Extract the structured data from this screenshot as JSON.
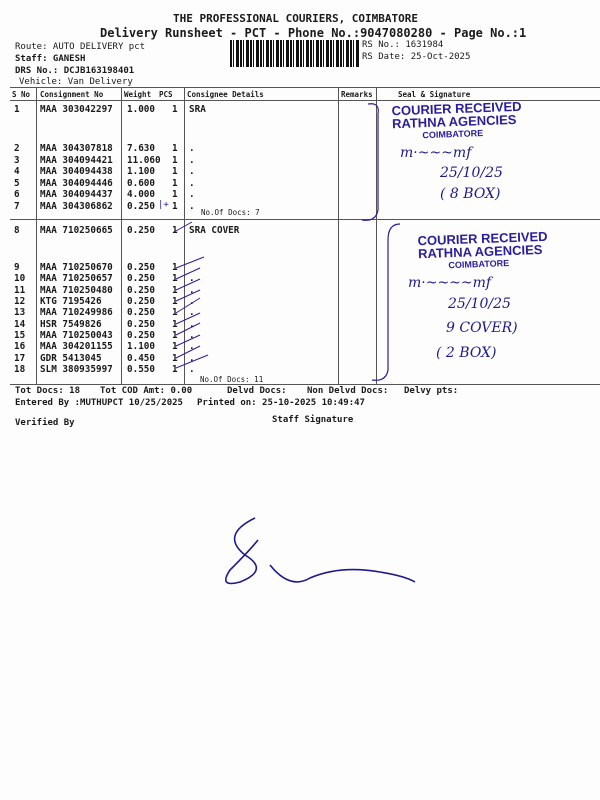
{
  "header": {
    "company": "THE PROFESSIONAL COURIERS, COIMBATORE",
    "subtitle": "Delivery Runsheet - PCT - Phone No.:9047080280 - Page No.:1",
    "route": "Route: AUTO DELIVERY pct",
    "staff": "Staff: GANESH",
    "drs_no": "DRS No.: DCJB163198401",
    "vehicle": "Vehicle: Van Delivery",
    "rs_no": "RS No.: 1631984",
    "rs_date": "RS Date: 25-Oct-2025"
  },
  "table": {
    "columns": [
      "S No",
      "Consignment No",
      "Weight",
      "PCS",
      "Consignee Details",
      "Remarks",
      "Seal & Signature"
    ],
    "rows": [
      {
        "sno": "1",
        "cn": "MAA 303042297",
        "wt": "1.000",
        "pcs": "1",
        "consignee": "SRA"
      },
      {
        "sno": "2",
        "cn": "MAA 304307818",
        "wt": "7.630",
        "pcs": "1",
        "consignee": "."
      },
      {
        "sno": "3",
        "cn": "MAA 304094421",
        "wt": "11.060",
        "pcs": "1",
        "consignee": "."
      },
      {
        "sno": "4",
        "cn": "MAA 304094438",
        "wt": "1.100",
        "pcs": "1",
        "consignee": "."
      },
      {
        "sno": "5",
        "cn": "MAA 304094446",
        "wt": "0.600",
        "pcs": "1",
        "consignee": "."
      },
      {
        "sno": "6",
        "cn": "MAA 304094437",
        "wt": "4.000",
        "pcs": "1",
        "consignee": "."
      },
      {
        "sno": "7",
        "cn": "MAA 304306862",
        "wt": "0.250",
        "pcs": "1",
        "consignee": "."
      },
      {
        "sno": "8",
        "cn": "MAA 710250665",
        "wt": "0.250",
        "pcs": "1",
        "consignee": "SRA COVER"
      },
      {
        "sno": "9",
        "cn": "MAA 710250670",
        "wt": "0.250",
        "pcs": "1",
        "consignee": ""
      },
      {
        "sno": "10",
        "cn": "MAA 710250657",
        "wt": "0.250",
        "pcs": "1",
        "consignee": "."
      },
      {
        "sno": "11",
        "cn": "MAA 710250480",
        "wt": "0.250",
        "pcs": "1",
        "consignee": "."
      },
      {
        "sno": "12",
        "cn": "KTG 7195426",
        "wt": "0.250",
        "pcs": "1",
        "consignee": "."
      },
      {
        "sno": "13",
        "cn": "MAA 710249986",
        "wt": "0.250",
        "pcs": "1",
        "consignee": "."
      },
      {
        "sno": "14",
        "cn": "HSR 7549826",
        "wt": "0.250",
        "pcs": "1",
        "consignee": "."
      },
      {
        "sno": "15",
        "cn": "MAA 710250043",
        "wt": "0.250",
        "pcs": "1",
        "consignee": "."
      },
      {
        "sno": "16",
        "cn": "MAA 304201155",
        "wt": "1.100",
        "pcs": "1",
        "consignee": "."
      },
      {
        "sno": "17",
        "cn": "GDR 5413045",
        "wt": "0.450",
        "pcs": "1",
        "consignee": "."
      },
      {
        "sno": "18",
        "cn": "SLM 380935997",
        "wt": "0.550",
        "pcs": "1",
        "consignee": "."
      }
    ],
    "group1_docs": "No.Of Docs: 7",
    "group2_docs": "No.Of Docs: 11"
  },
  "footer": {
    "tot_docs": "Tot Docs:  18",
    "tot_cod": "Tot COD Amt:      0.00",
    "delvd_docs": "Delvd Docs:",
    "non_delvd_docs": "Non Delvd Docs:",
    "delvy_pts": "Delvy pts:",
    "entered_by": "Entered By :MUTHUPCT 10/25/2025",
    "printed_on": "Printed on: 25-10-2025 10:49:47",
    "verified_by": "Verified By",
    "staff_signature": "Staff Signature"
  },
  "stamps": [
    {
      "line1": "COURIER RECEIVED",
      "line2": "RATHNA AGENCIES",
      "line3": "COIMBATORE",
      "date": "25/10/25",
      "note1": "( 8 BOX)",
      "note2": ""
    },
    {
      "line1": "COURIER RECEIVED",
      "line2": "RATHNA AGENCIES",
      "line3": "COIMBATORE",
      "date": "25/10/25",
      "note1": "9 COVER)",
      "note2": "( 2 BOX)"
    }
  ],
  "handwritten": {
    "pcs_mark_row7": "|+"
  }
}
